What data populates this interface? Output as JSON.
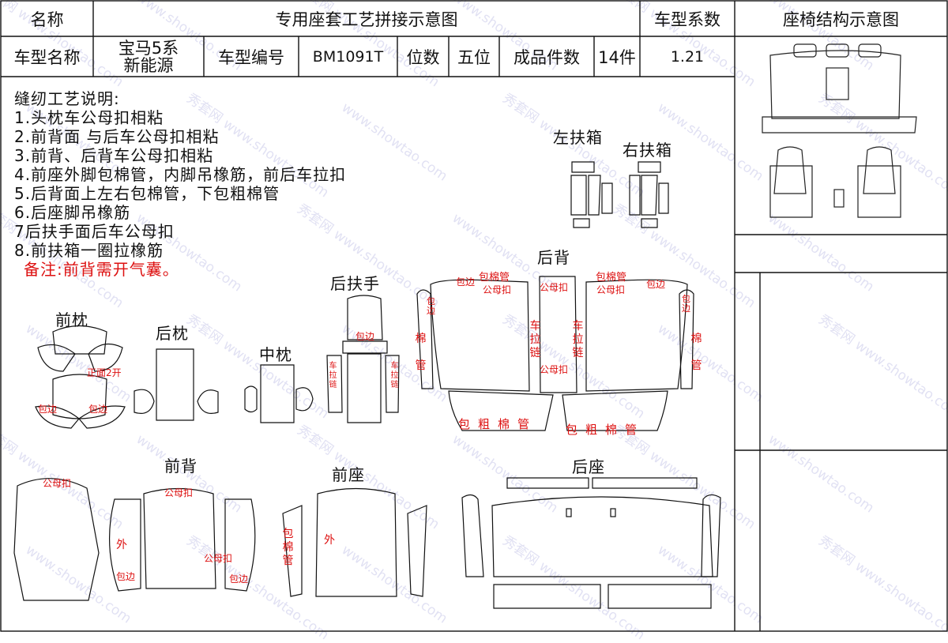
{
  "header": {
    "name_label": "名称",
    "title": "专用座套工艺拼接示意图",
    "coef_label": "车型系数",
    "struct_title": "座椅结构示意图"
  },
  "info": {
    "model_name_label": "车型名称",
    "model_name_line1": "宝马5系",
    "model_name_line2": "新能源",
    "model_code_label": "车型编号",
    "model_code": "BM1091T",
    "seats_label": "位数",
    "seats": "五位",
    "pieces_label": "成品件数",
    "pieces": "14件",
    "coef": "1.21"
  },
  "notes": {
    "title": "缝纫工艺说明:",
    "items": [
      "1.头枕车公母扣相粘",
      "2.前背面 与后车公母扣相粘",
      "3.前背、后背车公母扣相粘",
      "4.前座外脚包棉管，内脚吊橡筋，前后车拉扣",
      "5.后背面上左右包棉管，下包粗棉管",
      "6.后座脚吊橡筋",
      "7后扶手面后车公母扣",
      "8.前扶箱一圈拉橡筋"
    ],
    "remark": "备注:前背需开气囊。"
  },
  "parts": {
    "left_armbox": "左扶箱",
    "right_armbox": "右扶箱",
    "rear_back": "后背",
    "rear_armrest": "后扶手",
    "front_headrest": "前枕",
    "rear_headrest": "后枕",
    "middle_headrest": "中枕",
    "front_back": "前背",
    "front_seat": "前座",
    "rear_seat": "后座"
  },
  "annotations": {
    "binding": "包边",
    "binding_v1": "包",
    "binding_v2": "边",
    "cotton_pipe": "包棉管",
    "snap": "公母扣",
    "front_open": "正面2开",
    "zipper": "车拉链",
    "pipe_v": "棉管",
    "thick_pipe": "包粗棉管",
    "outer": "外",
    "cotton_pipe_v": "包棉管"
  },
  "watermark": {
    "site": "www.showtao.com",
    "brand": "秀套网"
  }
}
